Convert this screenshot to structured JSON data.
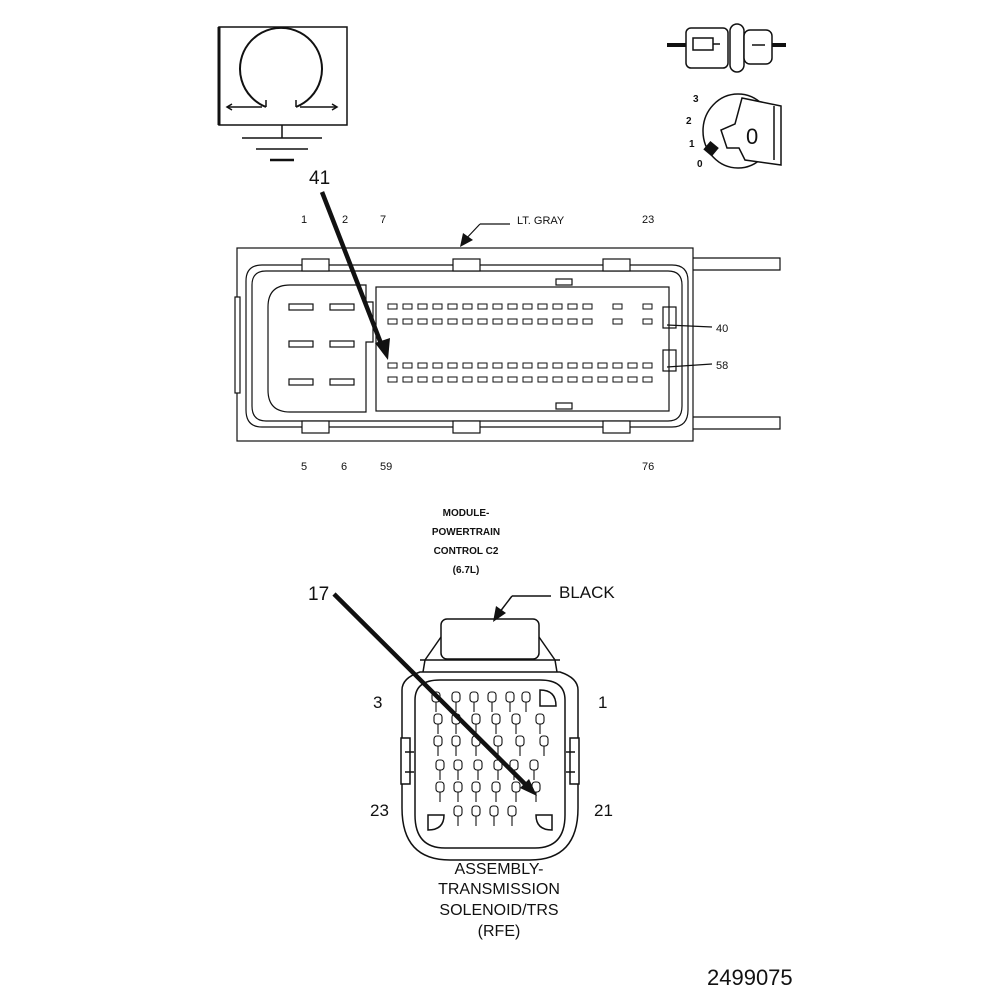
{
  "icons": {
    "ground_symbol": "ground-icon",
    "connector_symbol": "inline-connector-icon",
    "ignition_switch": "ignition-switch-icon"
  },
  "ignition": {
    "positions": [
      "3",
      "2",
      "1",
      "0"
    ],
    "key_label": "0"
  },
  "module_connector": {
    "callout": "41",
    "color_label": "LT. GRAY",
    "top_pins": [
      "1",
      "2",
      "7",
      "23"
    ],
    "bottom_pins": [
      "5",
      "6",
      "59",
      "76"
    ],
    "right_pins": [
      "40",
      "58"
    ],
    "title_lines": [
      "MODULE-",
      "POWERTRAIN",
      "CONTROL C2",
      "(6.7L)"
    ]
  },
  "trans_connector": {
    "callout": "17",
    "color_label": "BLACK",
    "corner_pins": {
      "top_left": "3",
      "top_right": "1",
      "bottom_left": "23",
      "bottom_right": "21"
    },
    "title_lines": [
      "ASSEMBLY-",
      "TRANSMISSION",
      "SOLENOID/TRS",
      "(RFE)"
    ]
  },
  "figure_id": "2499075"
}
